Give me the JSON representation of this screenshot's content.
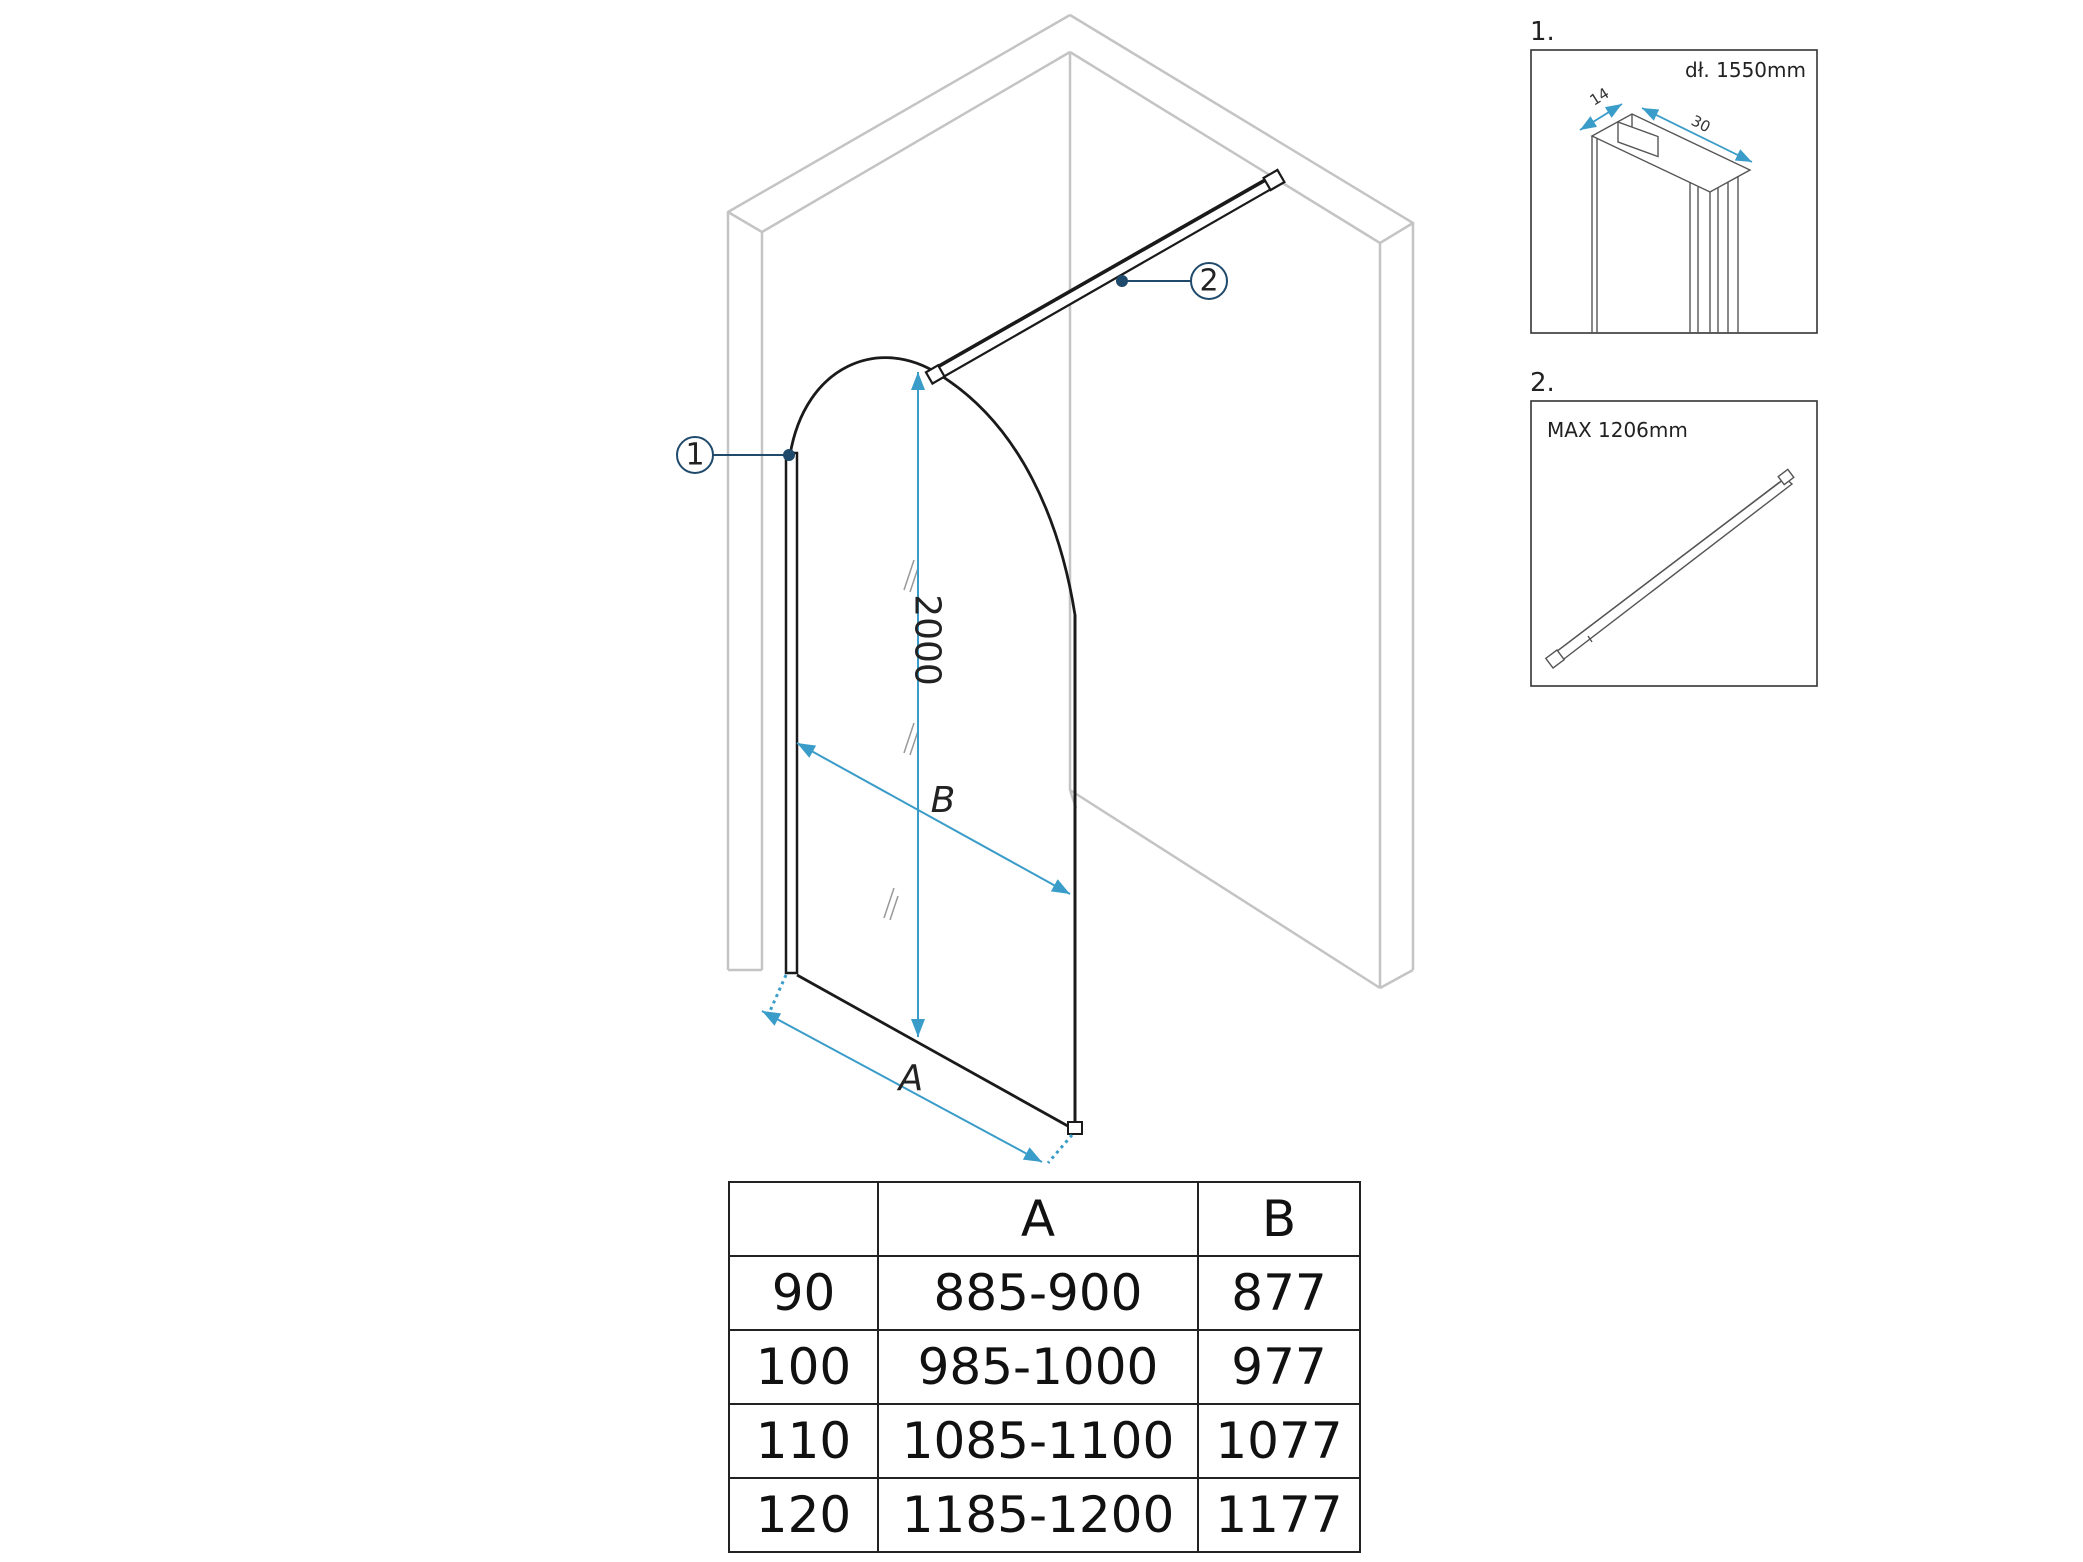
{
  "callouts": {
    "one": "1",
    "two": "2"
  },
  "dimensions": {
    "height": "2000",
    "width_a": "A",
    "width_b": "B"
  },
  "details": [
    {
      "number": "1.",
      "caption": "dł. 1550mm",
      "dim_depth": "14",
      "dim_width": "30"
    },
    {
      "number": "2.",
      "caption": "MAX 1206mm"
    }
  ],
  "table": {
    "headers": [
      "",
      "A",
      "B"
    ],
    "rows": [
      [
        "90",
        "885-900",
        "877"
      ],
      [
        "100",
        "985-1000",
        "977"
      ],
      [
        "110",
        "1085-1100",
        "1077"
      ],
      [
        "120",
        "1185-1200",
        "1177"
      ]
    ]
  },
  "colors": {
    "accent": "#3a9cc8",
    "line": "#1a1a1a",
    "wall": "#c4c4c4",
    "callout": "#1f4a6b"
  }
}
